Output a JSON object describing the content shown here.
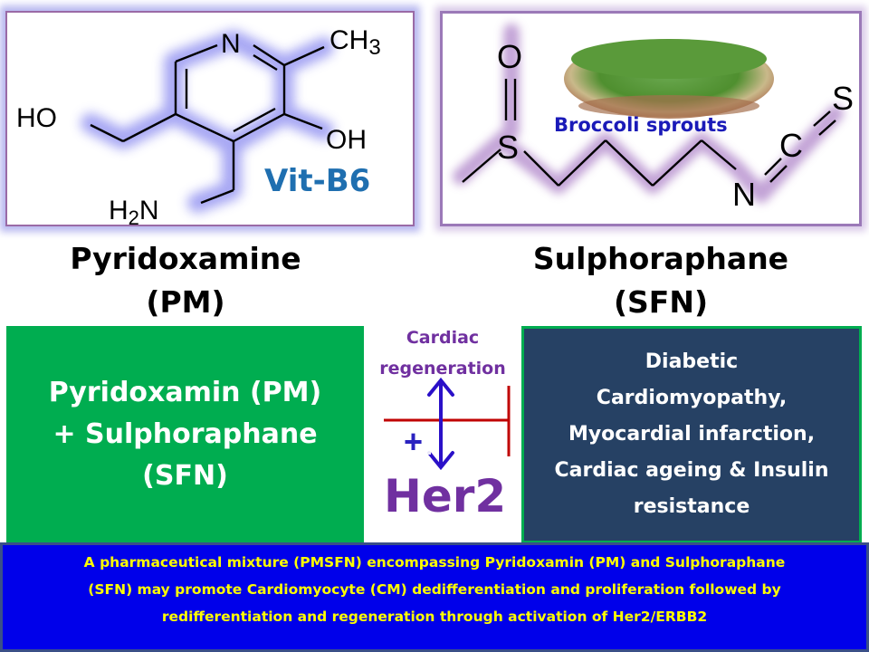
{
  "pyridoxamine_panel": {
    "structure_atoms": [
      "N",
      "CH3",
      "HO",
      "OH",
      "H2N"
    ],
    "badge": "Vit-B6",
    "name_line1": "Pyridoxamine",
    "name_line2": "(PM)"
  },
  "sulphoraphane_panel": {
    "structure_atoms": [
      "O",
      "S",
      "N",
      "C",
      "S"
    ],
    "image_caption": "Broccoli sprouts",
    "name_line1": "Sulphoraphane",
    "name_line2": "(SFN)"
  },
  "combination_box": {
    "line1": "Pyridoxamin (PM)",
    "line2": "+ Sulphoraphane",
    "line3": "(SFN)",
    "color": "#00ad50"
  },
  "center": {
    "cardiac_line1": "Cardiac",
    "cardiac_line2": "regeneration",
    "plus_symbol": "+",
    "her2_label": "Her2",
    "arrow_color": "#2a10c8",
    "inhibit_color": "#c00000",
    "label_color": "#7030a0"
  },
  "conditions_box": {
    "line1": "Diabetic",
    "line2": "Cardiomyopathy,",
    "line3": "Myocardial infarction,",
    "line4": "Cardiac ageing & Insulin",
    "line5": "resistance",
    "color": "#264164"
  },
  "summary_box": {
    "line1": "A pharmaceutical mixture (PMSFN) encompassing Pyridoxamin (PM) and Sulphoraphane",
    "line2": "(SFN) may promote Cardiomyocyte (CM) dedifferentiation and proliferation followed by",
    "line3": "redifferentiation and regeneration through activation of Her2/ERBB2",
    "background": "#0000ea",
    "text_color": "#ffff00"
  }
}
